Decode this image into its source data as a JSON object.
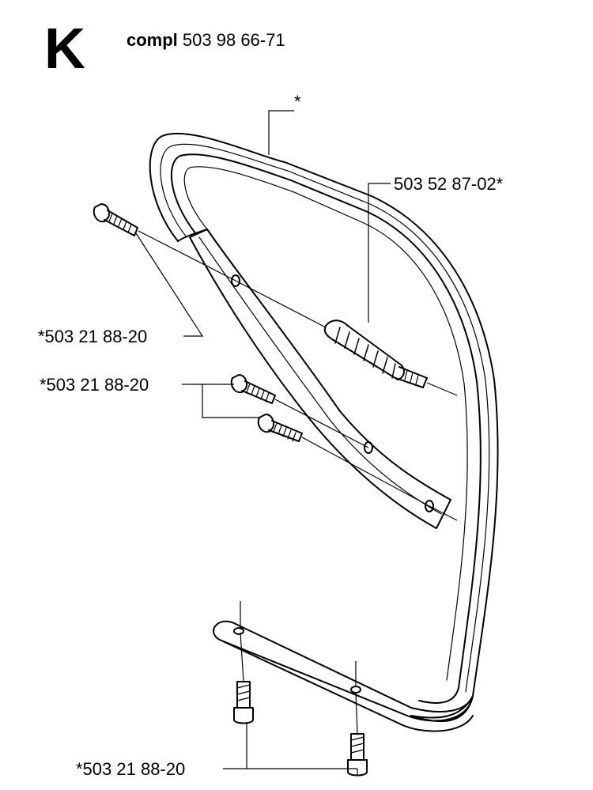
{
  "section": {
    "letter": "K",
    "compl_label": "compl",
    "compl_number": "503 98 66-71"
  },
  "callouts": {
    "handle_bar": "*",
    "vibration_damper": "503 52 87-02*",
    "screw_top": "*503 21 88-20",
    "screw_middle": "*503 21 88-20",
    "screw_bottom": "*503 21 88-20"
  }
}
